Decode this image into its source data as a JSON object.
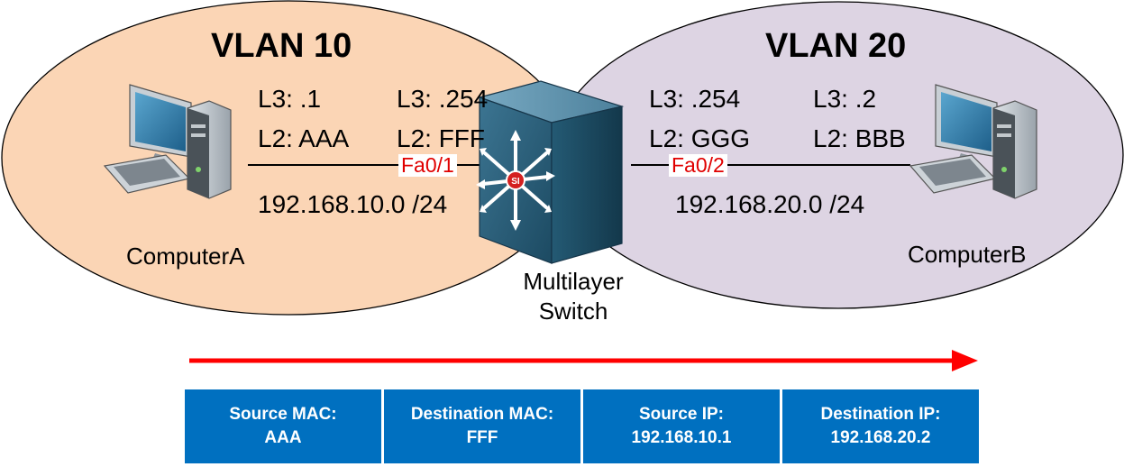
{
  "vlans": [
    {
      "title": "VLAN 10",
      "network": "192.168.10.0 /24",
      "fill": "#fbd5b5"
    },
    {
      "title": "VLAN 20",
      "network": "192.168.20.0 /24",
      "fill": "#ddd4e3"
    }
  ],
  "computer_a": {
    "name": "ComputerA",
    "l3": "L3: .1",
    "l2": "L2: AAA"
  },
  "computer_b": {
    "name": "ComputerB",
    "l3": "L3: .2",
    "l2": "L2: BBB"
  },
  "switch": {
    "name_line1": "Multilayer",
    "name_line2": "Switch",
    "if1": {
      "port": "Fa0/1",
      "l3": "L3: .254",
      "l2": "L2: FFF"
    },
    "if2": {
      "port": "Fa0/2",
      "l3": "L3: .254",
      "l2": "L2: GGG"
    },
    "icon": "multilayer-switch-icon",
    "badge_text": "SI"
  },
  "arrow": {
    "color": "#ff0000",
    "direction": "left-to-right"
  },
  "frame_header": [
    {
      "label": "Source MAC:",
      "value": "AAA"
    },
    {
      "label": "Destination MAC:",
      "value": "FFF"
    },
    {
      "label": "Source IP:",
      "value": "192.168.10.1"
    },
    {
      "label": "Destination IP:",
      "value": "192.168.20.2"
    }
  ],
  "colors": {
    "header_fill": "#0070c0",
    "port_text": "#e00000",
    "link": "#000000"
  }
}
